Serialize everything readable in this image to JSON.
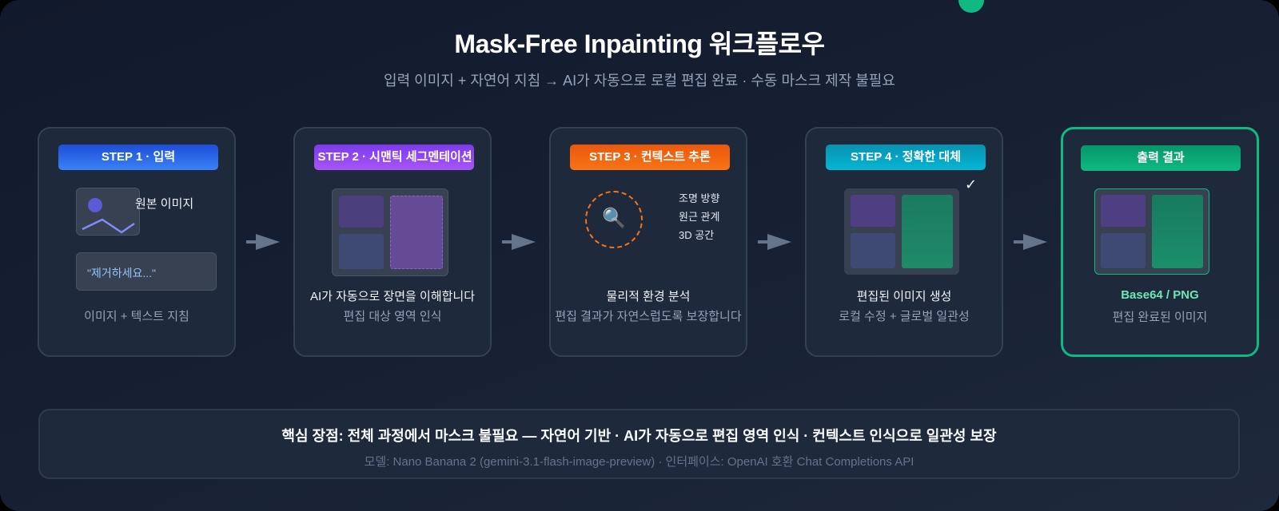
{
  "header": {
    "title": "Mask-Free Inpainting 워크플로우",
    "subtitle": "입력 이미지 + 자연어 지침 → AI가 자동으로 로컬 편집 완료 · 수동 마스크 제작 불필요"
  },
  "steps": [
    {
      "badge": "STEP 1 · 입력",
      "badge_color": "#3b82f6",
      "image_label": "원본 이미지",
      "prompt_text": "\"제거하세요...\"",
      "caption": "이미지 + 텍스트 지침"
    },
    {
      "badge": "STEP 2 · 시맨틱 세그멘테이션",
      "badge_color": "#a855f7",
      "main": "AI가 자동으로 장면을 이해합니다",
      "sub": "편집 대상 영역 인식"
    },
    {
      "badge": "STEP 3 · 컨텍스트 추론",
      "badge_color": "#f97316",
      "icon": "🔍",
      "factors": [
        "조명 방향",
        "원근 관계",
        "3D 공간"
      ],
      "main": "물리적 환경 분석",
      "sub": "편집 결과가 자연스럽도록 보장합니다"
    },
    {
      "badge": "STEP 4 · 정확한 대체",
      "badge_color": "#06b6d4",
      "check": "✓",
      "main": "편집된 이미지 생성",
      "sub": "로컬 수정 + 글로벌 일관성"
    },
    {
      "badge": "출력 결과",
      "badge_color": "#10b981",
      "main": "Base64 / PNG",
      "sub": "편집 완료된 이미지"
    }
  ],
  "footer": {
    "main": "핵심 장점: 전체 과정에서 마스크 불필요 — 자연어 기반 · AI가 자동으로 편집 영역 인식 · 컨텍스트 인식으로 일관성 보장",
    "sub": "모델: Nano Banana 2 (gemini-3.1-flash-image-preview) · 인터페이스: OpenAI 호환 Chat Completions API"
  },
  "colors": {
    "background": "#172033",
    "card": "#1e293b",
    "card_border": "#334155",
    "accent_green": "#10b981",
    "arrow": "#64748b"
  }
}
